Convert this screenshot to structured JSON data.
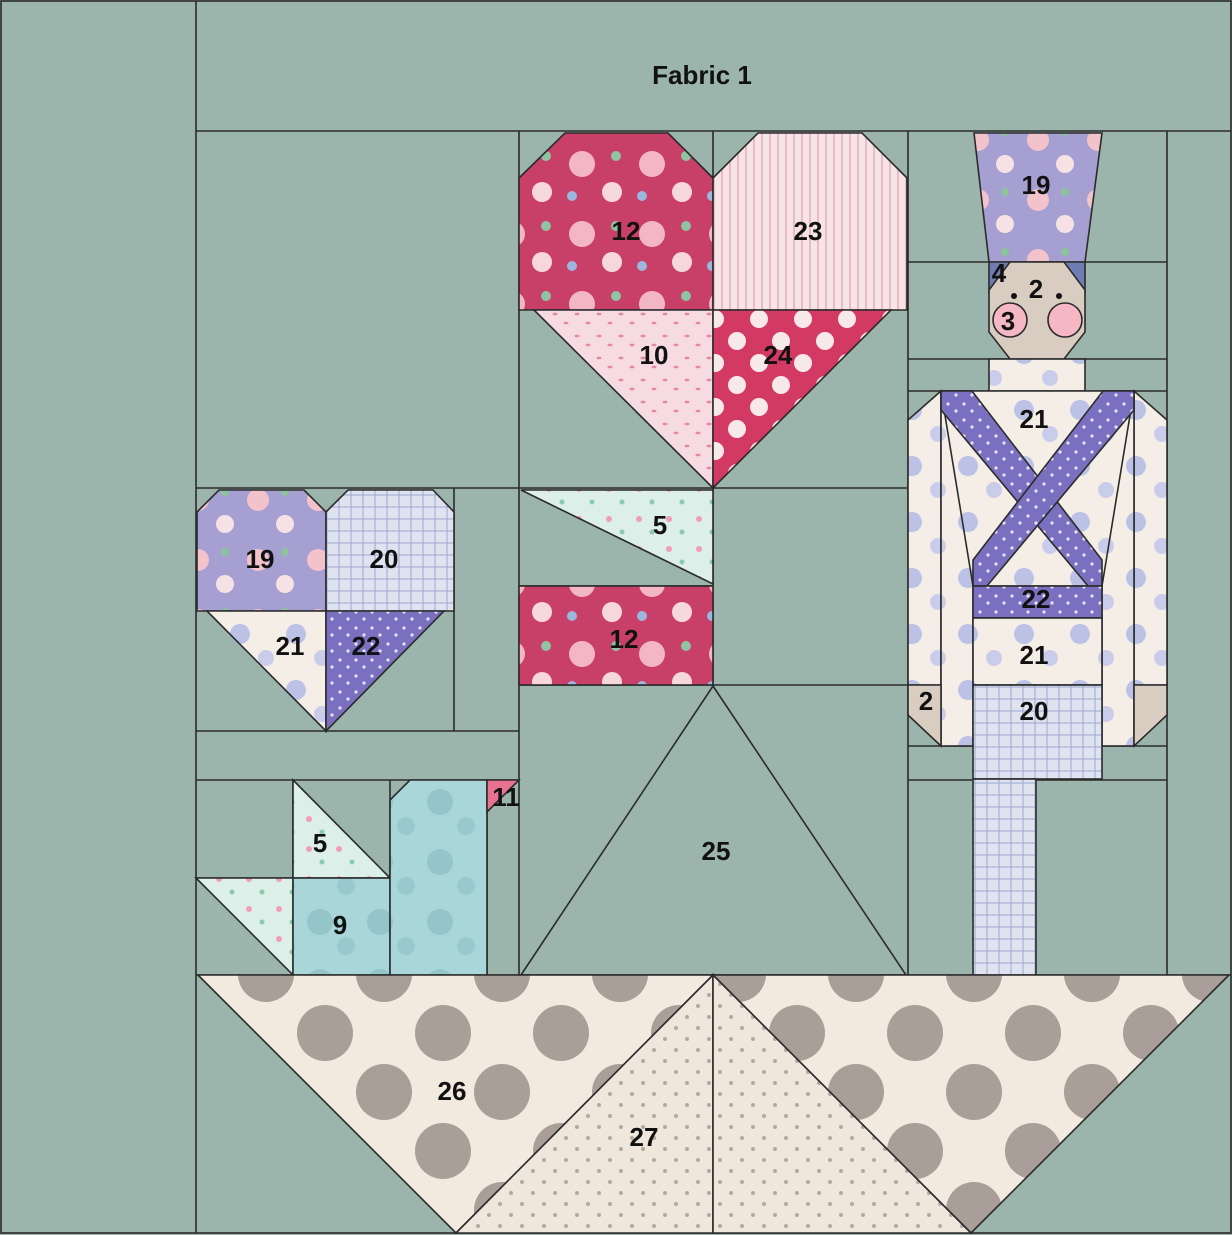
{
  "title": "Fabric 1",
  "labels": {
    "top_heart_left": "12",
    "top_heart_right": "23",
    "top_heart_bottom_left": "10",
    "top_heart_bottom_right": "24",
    "hat": "19",
    "hat_band": "4",
    "face": "2",
    "cheek": "3",
    "jacket": "21",
    "belt": "22",
    "trousers_top": "21",
    "trousers": "20",
    "hand": "2",
    "small_heart_tl": "19",
    "small_heart_tr": "20",
    "small_heart_bl": "21",
    "small_heart_br": "22",
    "stem_leaf": "5",
    "stem_rect": "12",
    "bird_wing_top": "5",
    "bird_beak": "11",
    "bird_body": "9",
    "tree": "25",
    "boat": "26",
    "boat_center": "27"
  },
  "colors": {
    "background": "#9bb5ac",
    "fabric_12": "#c83f67",
    "fabric_23": "#f6e4e6",
    "fabric_10": "#f5d2dc",
    "fabric_24": "#d33a63",
    "fabric_19": "#a9a3d3",
    "fabric_4": "#6f7db2",
    "fabric_2": "#d9cdc1",
    "fabric_3": "#f4b7c3",
    "fabric_21": "#f7efe6",
    "fabric_22": "#7c71c0",
    "fabric_20": "#cfd5ea",
    "fabric_5": "#ddeeea",
    "fabric_9": "#a8d5d8",
    "fabric_11": "#e8728f",
    "fabric_25": "#ddd6cc",
    "fabric_26": "#f2e9df",
    "fabric_27": "#efe6dc",
    "outline": "#2b2b2b"
  },
  "icons": [
    "heart-block-large",
    "heart-block-small",
    "toy-soldier",
    "bird",
    "tree-triangle",
    "boat"
  ]
}
